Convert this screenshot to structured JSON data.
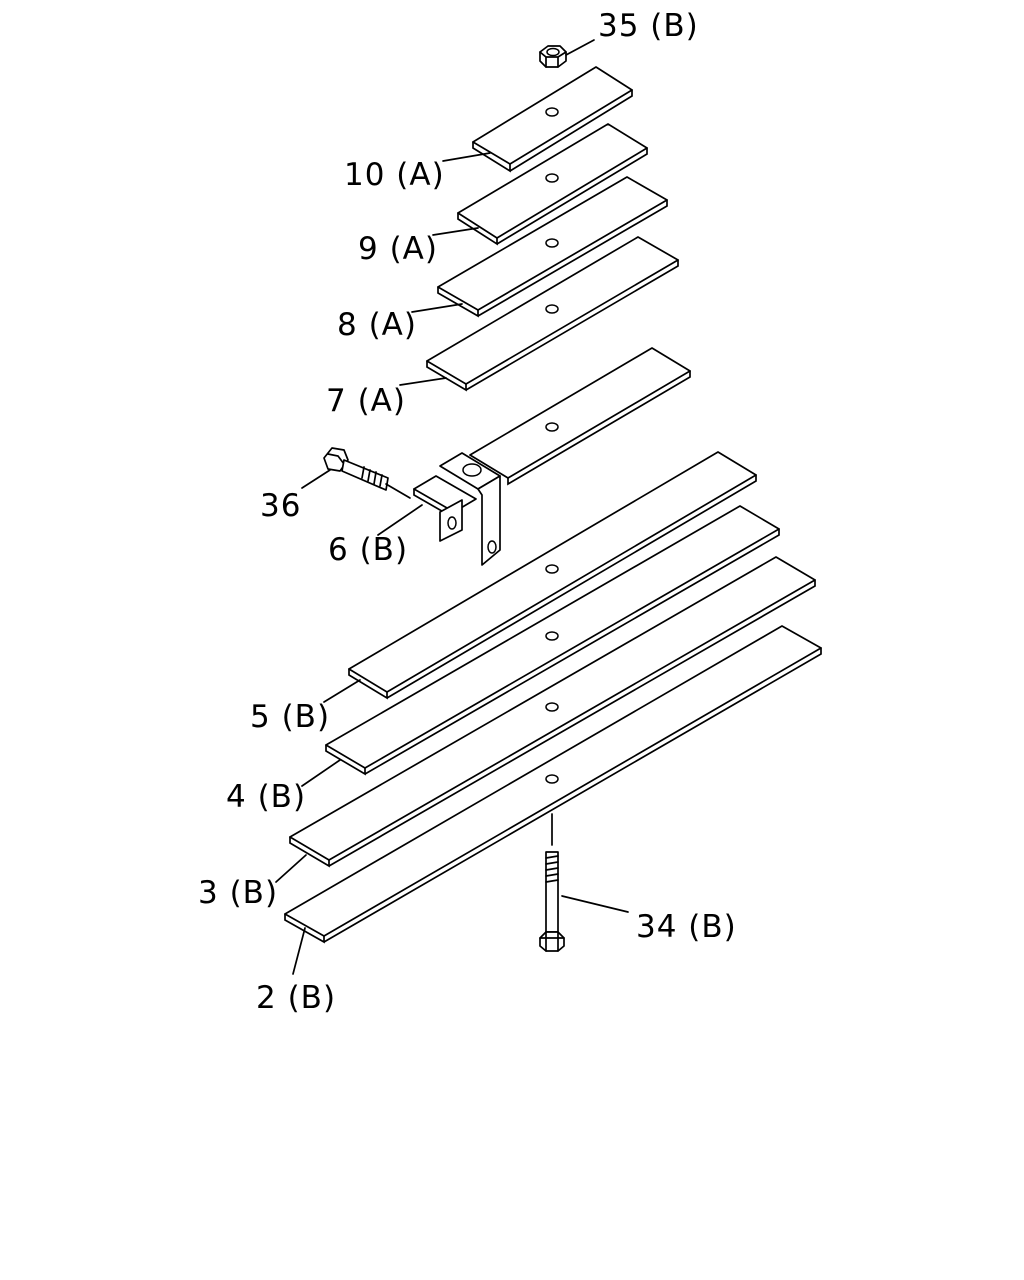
{
  "diagram": {
    "colors": {
      "stroke": "#000000",
      "background": "#ffffff"
    },
    "labels": {
      "p35": "35 (B)",
      "p10": "10 (A)",
      "p9": "9 (A)",
      "p8": "8 (A)",
      "p7": "7 (A)",
      "p36": "36",
      "p6": "6 (B)",
      "p5": "5 (B)",
      "p4": "4 (B)",
      "p3": "3 (B)",
      "p2": "2 (B)",
      "p34": "34 (B)"
    }
  }
}
